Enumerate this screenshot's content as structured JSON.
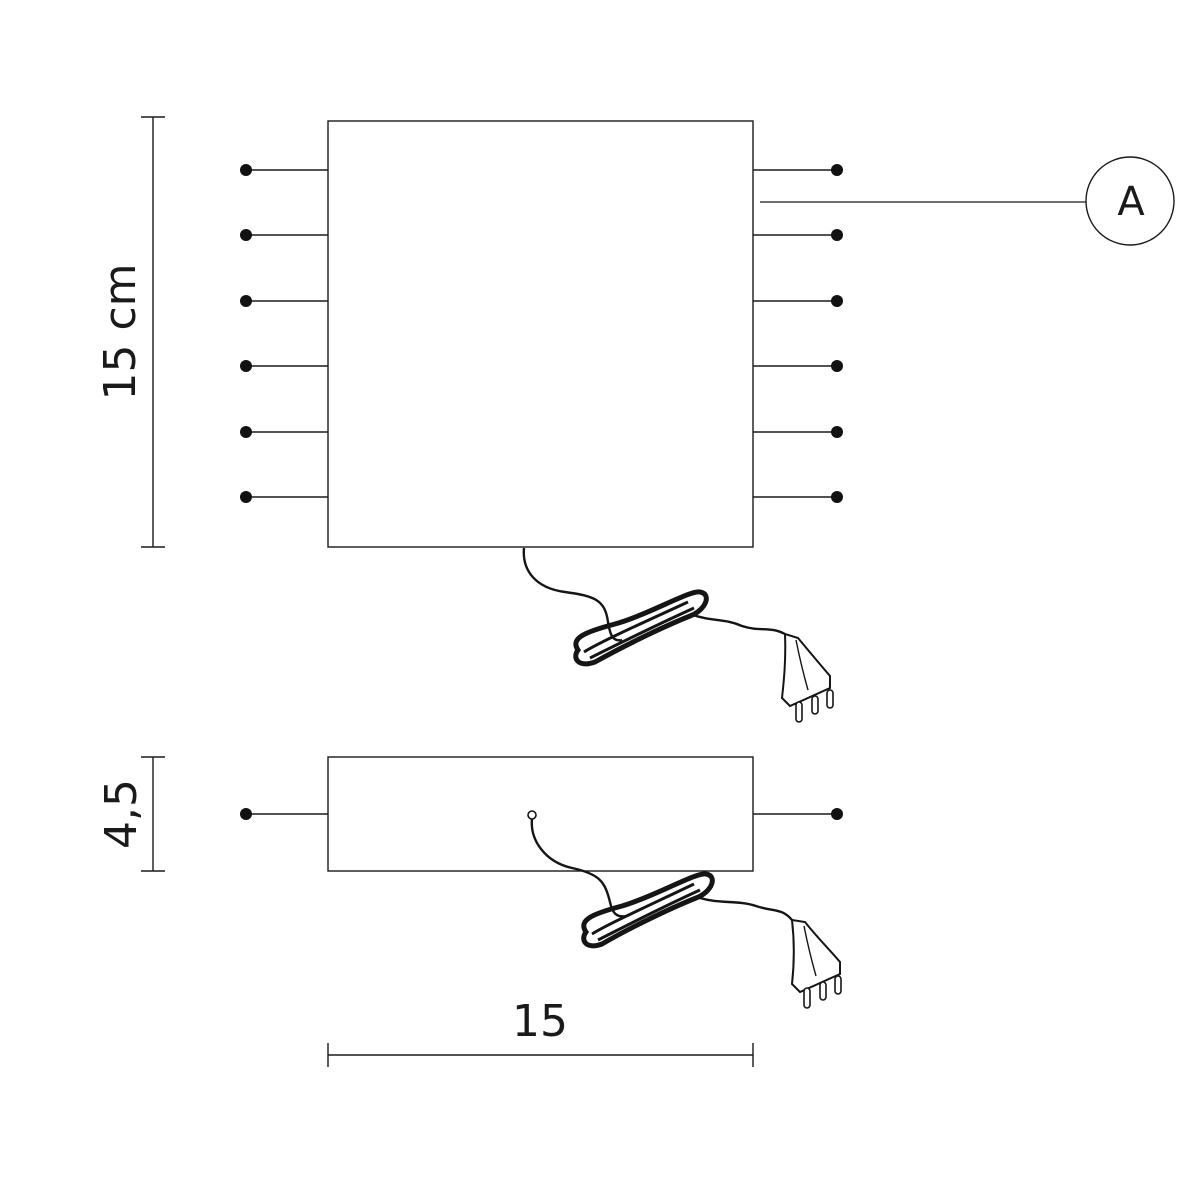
{
  "dimensions": {
    "height_label": "15 cm",
    "depth_label": "4,5",
    "width_label": "15"
  },
  "callout": {
    "label": "A"
  },
  "colors": {
    "line": "#1a1a1a",
    "cable": "#151515",
    "background": "#ffffff"
  }
}
